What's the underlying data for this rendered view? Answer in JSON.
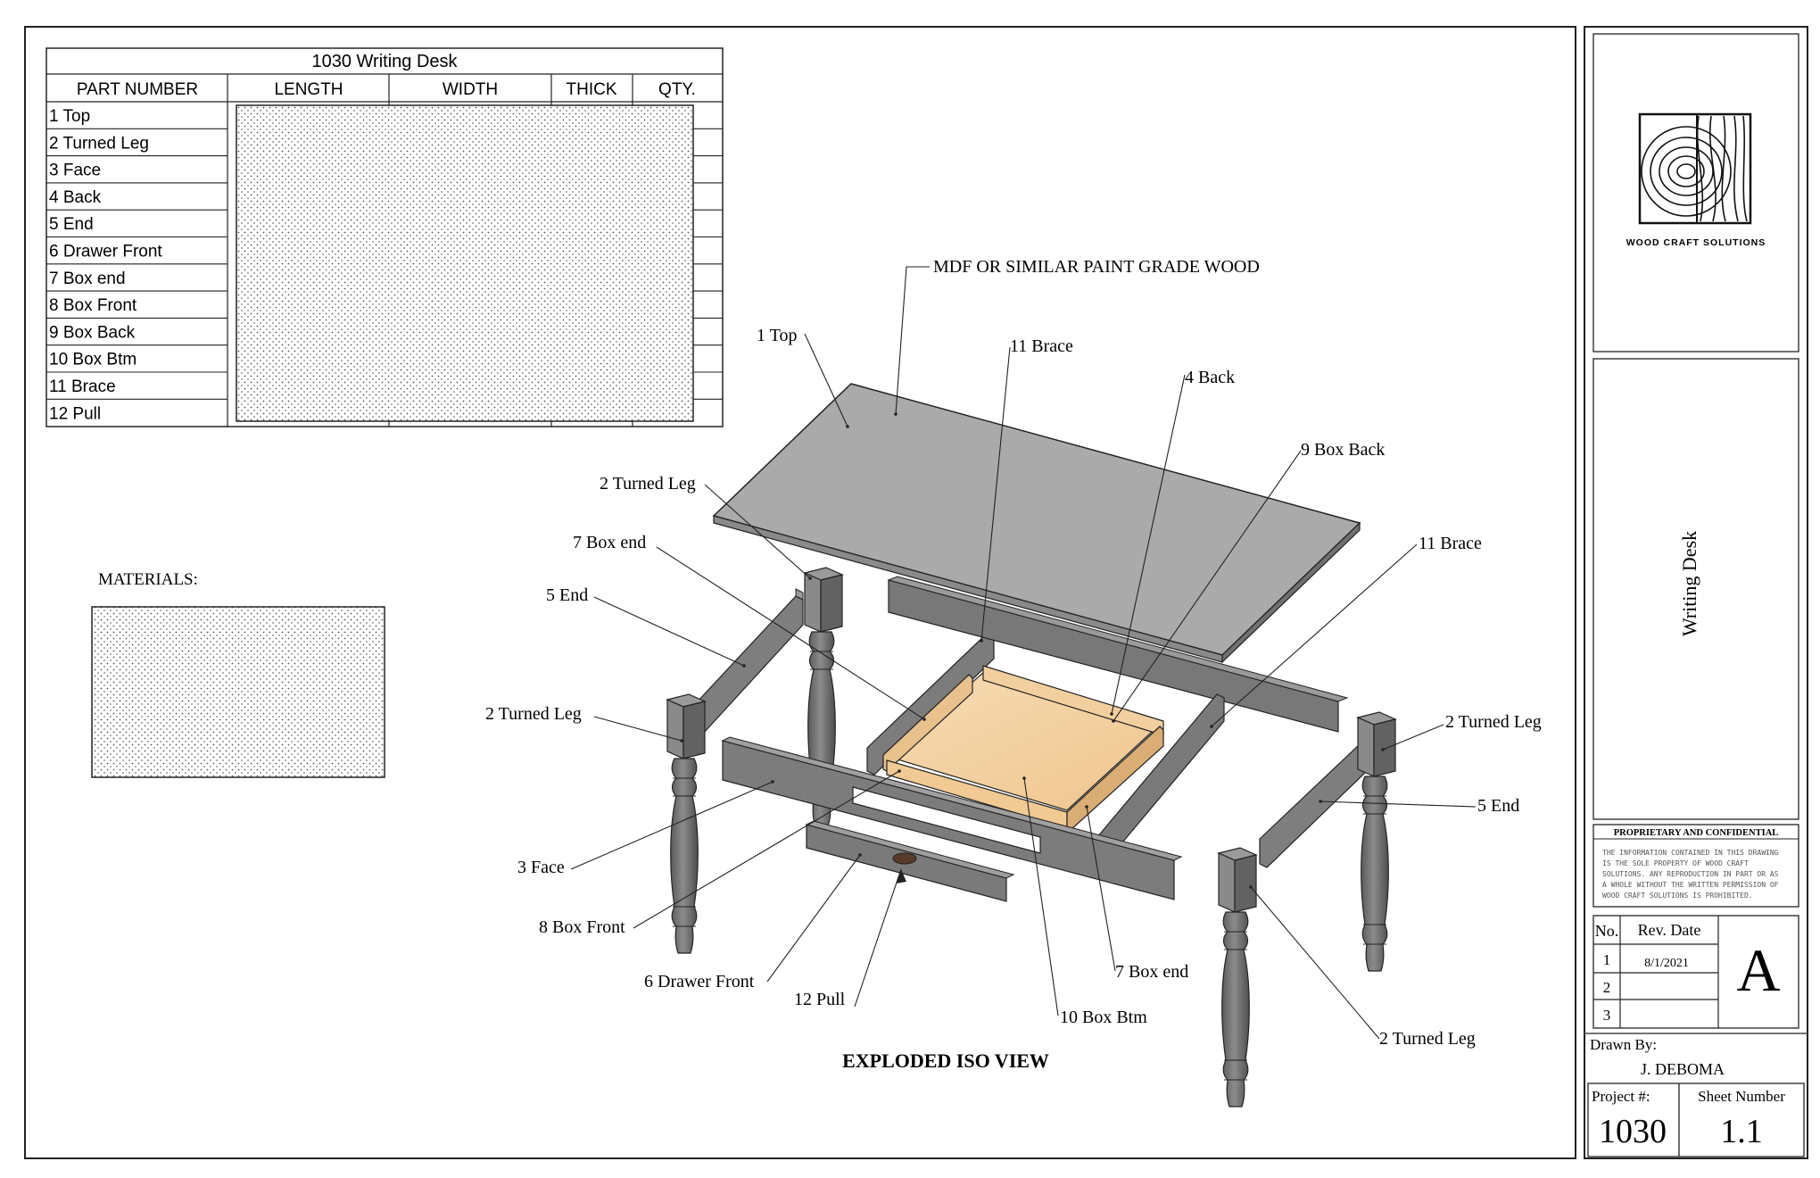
{
  "parts_table": {
    "title": "1030 Writing Desk",
    "headers": [
      "PART NUMBER",
      "LENGTH",
      "WIDTH",
      "THICK",
      "QTY."
    ],
    "rows": [
      "1 Top",
      "2 Turned Leg",
      "3 Face",
      "4 Back",
      "5 End",
      "6 Drawer Front",
      "7 Box end",
      "8 Box Front",
      "9 Box Back",
      "10 Box Btm",
      "11 Brace",
      "12 Pull"
    ]
  },
  "materials": {
    "label": "MATERIALS:"
  },
  "callouts": {
    "mdf_note": "MDF OR SIMILAR PAINT GRADE WOOD",
    "top": "1 Top",
    "brace_center": "11 Brace",
    "back": "4 Back",
    "box_back": "9 Box Back",
    "brace_right": "11 Brace",
    "turned_leg_back_left": "2 Turned Leg",
    "box_end_left": "7 Box end",
    "end_left": "5 End",
    "turned_leg_front_left": "2 Turned Leg",
    "turned_leg_back_right": "2 Turned Leg",
    "end_right": "5 End",
    "face": "3 Face",
    "box_front": "8 Box Front",
    "drawer_front": "6 Drawer Front",
    "pull": "12 Pull",
    "box_btm": "10 Box Btm",
    "box_end_right": "7 Box end",
    "turned_leg_front_right": "2 Turned Leg"
  },
  "view_title": "EXPLODED ISO VIEW",
  "title_block": {
    "company": "WOOD CRAFT SOLUTIONS",
    "drawing_title": "Writing Desk",
    "proprietary_heading": "PROPRIETARY AND CONFIDENTIAL",
    "proprietary_text": [
      "THE INFORMATION CONTAINED IN THIS DRAWING",
      "IS THE SOLE PROPERTY OF WOOD CRAFT",
      "SOLUTIONS. ANY REPRODUCTION IN PART OR AS",
      "A WHOLE WITHOUT THE WRITTEN PERMISSION OF",
      "WOOD CRAFT SOLUTIONS IS PROHIBITED."
    ],
    "rev_no_header": "No.",
    "rev_date_header": "Rev. Date",
    "rev_rows": [
      {
        "no": "1",
        "date": "8/1/2021"
      },
      {
        "no": "2",
        "date": ""
      },
      {
        "no": "3",
        "date": ""
      }
    ],
    "revision_letter": "A",
    "drawn_by_label": "Drawn By:",
    "drawn_by": "J. DEBOMA",
    "project_label": "Project #:",
    "project_number": "1030",
    "sheet_label": "Sheet Number",
    "sheet_number": "1.1"
  },
  "colors": {
    "line": "#111111",
    "paint_grey": "#808080",
    "paint_grey_dark": "#5e5e5e",
    "top_grey": "#aaaaaa",
    "wood": "#f3d2a4",
    "wood_dark": "#d4a86c"
  }
}
